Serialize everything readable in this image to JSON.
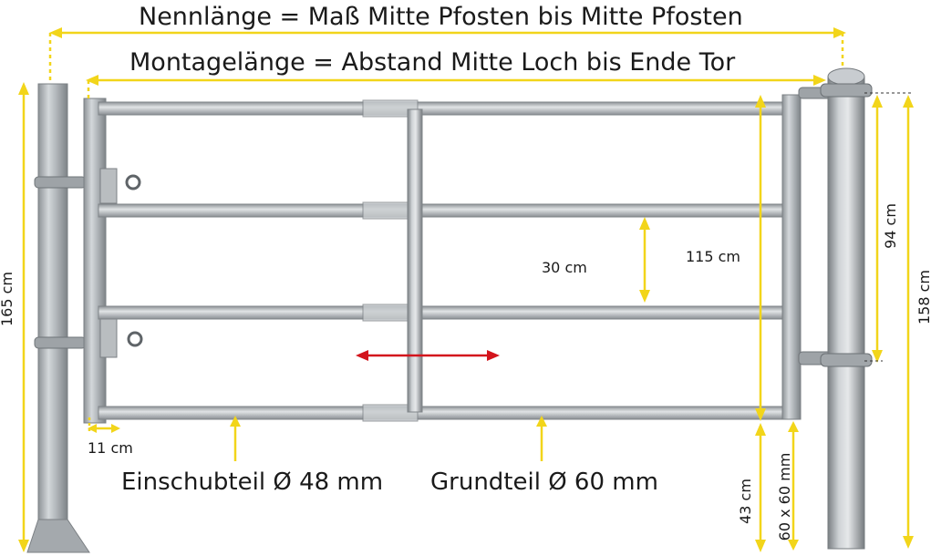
{
  "labels": {
    "nominal_length": "Nennlänge = Maß Mitte Pfosten bis Mitte Pfosten",
    "mounting_length": "Montagelänge = Abstand Mitte Loch bis Ende Tor",
    "height_165": "165 cm",
    "height_158": "158 cm",
    "height_94": "94 cm",
    "height_115": "115 cm",
    "spacing_30": "30 cm",
    "width_11": "11 cm",
    "height_43": "43 cm",
    "post_size": "60 x 60 mm",
    "insert_part": "Einschubteil Ø 48 mm",
    "base_part": "Grundteil Ø 60 mm"
  },
  "colors": {
    "dimension": "#f2d51a",
    "adjust_arrow": "#d3141c",
    "steel": "#b7bcc0"
  }
}
